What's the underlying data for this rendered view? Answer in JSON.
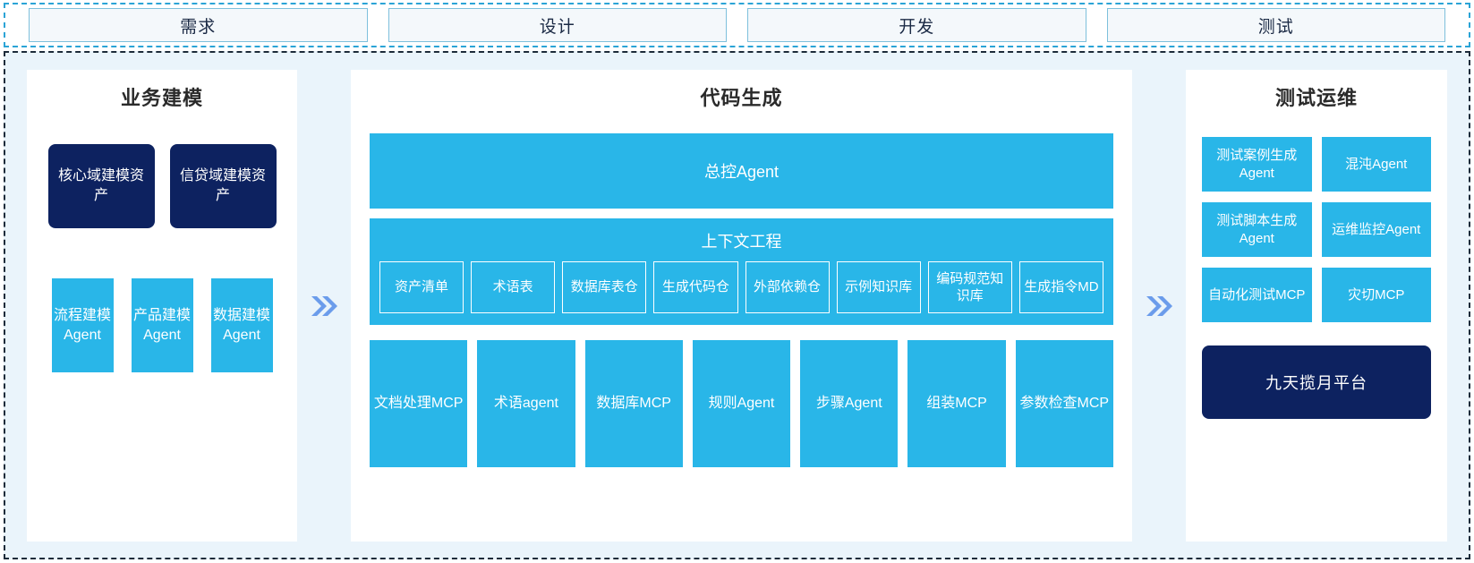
{
  "phases": [
    {
      "label": "需求"
    },
    {
      "label": "设计"
    },
    {
      "label": "开发"
    },
    {
      "label": "测试"
    }
  ],
  "colors": {
    "cyan": "#29b6e8",
    "navy": "#0d2260",
    "arrow": "#6b9ceb",
    "panel_bg": "#ffffff",
    "area_bg": "#eaf4fb",
    "phase_border": "#7ec0dc",
    "phase_fill": "#f4f8fb"
  },
  "arrows": [
    {
      "name": "arrow-business-to-code",
      "glyph": "»"
    },
    {
      "name": "arrow-code-to-test",
      "glyph": "»"
    }
  ],
  "left_panel": {
    "title": "业务建模",
    "assets": [
      {
        "label": "核心域建模资产"
      },
      {
        "label": "信贷域建模资产"
      }
    ],
    "agents": [
      {
        "label": "流程建模Agent"
      },
      {
        "label": "产品建模Agent"
      },
      {
        "label": "数据建模Agent"
      }
    ]
  },
  "center_panel": {
    "title": "代码生成",
    "master_agent": "总控Agent",
    "context_title": "上下文工程",
    "context_items": [
      {
        "label": "资产清单"
      },
      {
        "label": "术语表"
      },
      {
        "label": "数据库表仓"
      },
      {
        "label": "生成代码仓"
      },
      {
        "label": "外部依赖仓"
      },
      {
        "label": "示例知识库"
      },
      {
        "label": "编码规范知识库"
      },
      {
        "label": "生成指令MD"
      }
    ],
    "tool_items": [
      {
        "label": "文档处理MCP"
      },
      {
        "label": "术语agent"
      },
      {
        "label": "数据库MCP"
      },
      {
        "label": "规则Agent"
      },
      {
        "label": "步骤Agent"
      },
      {
        "label": "组装MCP"
      },
      {
        "label": "参数检查MCP"
      }
    ]
  },
  "right_panel": {
    "title": "测试运维",
    "items": [
      {
        "label": "测试案例生成Agent"
      },
      {
        "label": "混沌Agent"
      },
      {
        "label": "测试脚本生成Agent"
      },
      {
        "label": "运维监控Agent"
      },
      {
        "label": "自动化测试MCP"
      },
      {
        "label": "灾切MCP"
      }
    ],
    "platform": "九天揽月平台"
  }
}
